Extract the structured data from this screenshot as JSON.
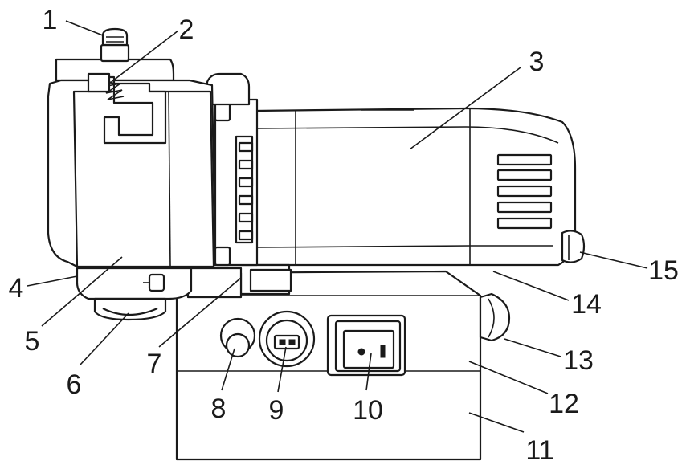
{
  "callouts": [
    {
      "label": "1"
    },
    {
      "label": "2"
    },
    {
      "label": "3"
    },
    {
      "label": "4"
    },
    {
      "label": "5"
    },
    {
      "label": "6"
    },
    {
      "label": "7"
    },
    {
      "label": "8"
    },
    {
      "label": "9"
    },
    {
      "label": "10"
    },
    {
      "label": "11"
    },
    {
      "label": "12"
    },
    {
      "label": "13"
    },
    {
      "label": "14"
    },
    {
      "label": "15"
    }
  ],
  "colors": {
    "line": "#1a1a1a",
    "background": "#ffffff"
  }
}
